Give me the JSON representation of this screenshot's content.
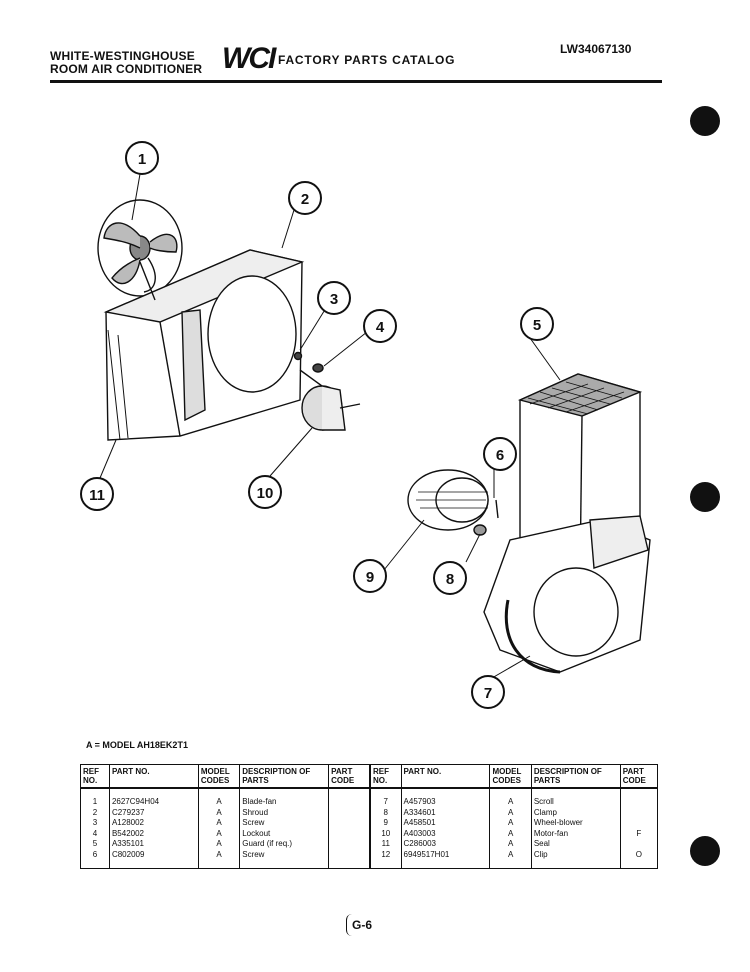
{
  "header": {
    "brand_line1": "WHITE-WESTINGHOUSE",
    "brand_line2": "ROOM AIR CONDITIONER",
    "logo": "WCI",
    "catalog_title": "FACTORY PARTS CATALOG",
    "model_number": "LW34067130"
  },
  "callouts": [
    "1",
    "2",
    "3",
    "4",
    "5",
    "6",
    "7",
    "8",
    "9",
    "10",
    "11"
  ],
  "model_caption": "A = MODEL AH18EK2T1",
  "table": {
    "headers": [
      "REF NO.",
      "PART NO.",
      "MODEL CODES",
      "DESCRIPTION OF PARTS",
      "PART CODE"
    ],
    "left_rows": [
      {
        "ref": "1",
        "part": "2627C94H04",
        "model": "A",
        "desc": "Blade-fan",
        "code": ""
      },
      {
        "ref": "2",
        "part": "C279237",
        "model": "A",
        "desc": "Shroud",
        "code": ""
      },
      {
        "ref": "3",
        "part": "A128002",
        "model": "A",
        "desc": "Screw",
        "code": ""
      },
      {
        "ref": "4",
        "part": "B542002",
        "model": "A",
        "desc": "Lockout",
        "code": ""
      },
      {
        "ref": "5",
        "part": "A335101",
        "model": "A",
        "desc": "Guard (if req.)",
        "code": ""
      },
      {
        "ref": "6",
        "part": "C802009",
        "model": "A",
        "desc": "Screw",
        "code": ""
      }
    ],
    "right_rows": [
      {
        "ref": "7",
        "part": "A457903",
        "model": "A",
        "desc": "Scroll",
        "code": ""
      },
      {
        "ref": "8",
        "part": "A334601",
        "model": "A",
        "desc": "Clamp",
        "code": ""
      },
      {
        "ref": "9",
        "part": "A458501",
        "model": "A",
        "desc": "Wheel-blower",
        "code": ""
      },
      {
        "ref": "10",
        "part": "A403003",
        "model": "A",
        "desc": "Motor-fan",
        "code": "F"
      },
      {
        "ref": "11",
        "part": "C286003",
        "model": "A",
        "desc": "Seal",
        "code": ""
      },
      {
        "ref": "12",
        "part": "6949517H01",
        "model": "A",
        "desc": "Clip",
        "code": "O"
      }
    ]
  },
  "page_number": "G-6"
}
